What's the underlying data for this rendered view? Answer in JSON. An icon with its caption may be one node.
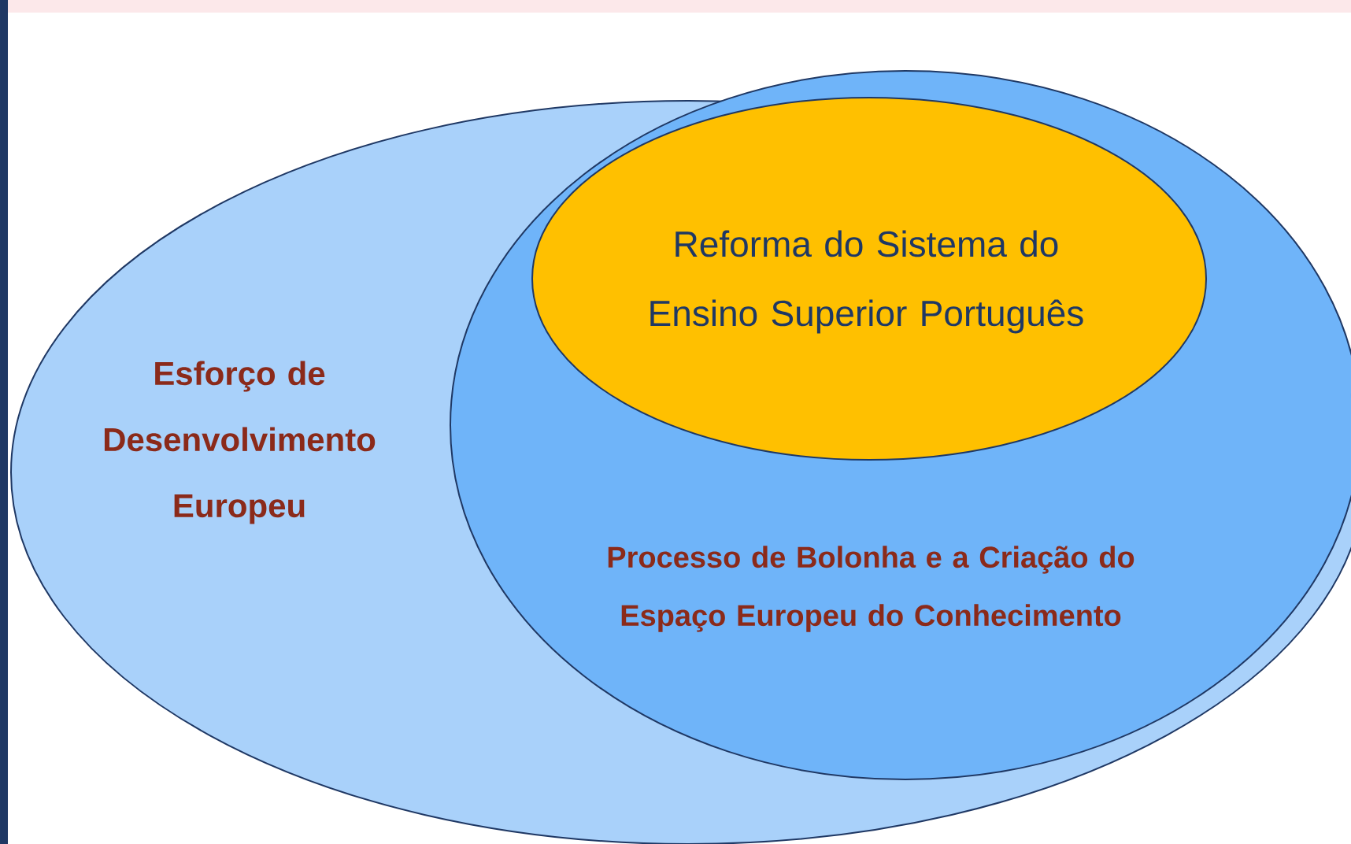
{
  "diagram": {
    "nodes": [
      {
        "text": [
          "Esforço de Desenvolvimento Europeu"
        ]
      },
      {
        "text": [
          "Processo de Bolonha e a Criação do Espaço Europeu do Conhecimento"
        ],
        "in": 0
      },
      {
        "text": [
          "Reforma do Sistema do Ensino Superior Português"
        ],
        "in": 1
      }
    ]
  }
}
